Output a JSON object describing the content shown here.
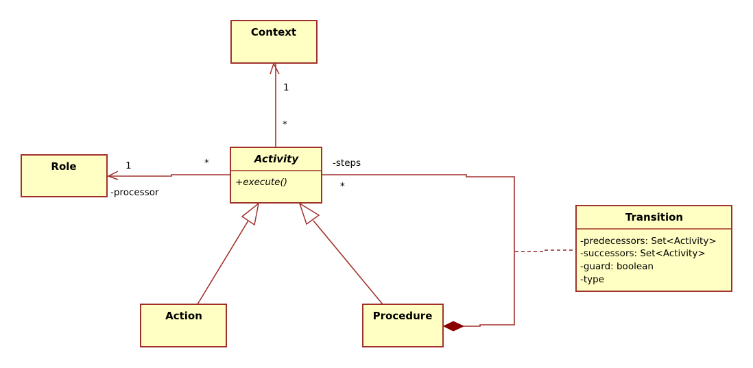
{
  "diagram": {
    "type": "uml-class-diagram",
    "classes": {
      "context": {
        "name": "Context",
        "attributes": [],
        "operations": []
      },
      "role": {
        "name": "Role",
        "attributes": [],
        "operations": []
      },
      "activity": {
        "name": "Activity",
        "abstract": true,
        "attributes": [],
        "operations": [
          "+execute()"
        ]
      },
      "action": {
        "name": "Action",
        "attributes": [],
        "operations": []
      },
      "procedure": {
        "name": "Procedure",
        "attributes": [],
        "operations": []
      },
      "transition": {
        "name": "Transition",
        "attributes": [
          "-predecessors: Set<Activity>",
          "-successors: Set<Activity>",
          "-guard: boolean",
          "-type"
        ],
        "operations": []
      }
    },
    "relationships": {
      "activity_context": {
        "kind": "association",
        "from": "Activity",
        "to": "Context",
        "source_multiplicity": "*",
        "target_multiplicity": "1",
        "navigable": "to-target"
      },
      "activity_role": {
        "kind": "association",
        "from": "Activity",
        "to": "Role",
        "source_multiplicity": "*",
        "target_multiplicity": "1",
        "target_role": "-processor",
        "navigable": "to-target"
      },
      "action_activity": {
        "kind": "generalization",
        "from": "Action",
        "to": "Activity"
      },
      "procedure_activity": {
        "kind": "generalization",
        "from": "Procedure",
        "to": "Activity"
      },
      "procedure_steps": {
        "kind": "composition",
        "from": "Procedure",
        "to": "Activity",
        "target_role": "-steps",
        "target_multiplicity": "*"
      },
      "steps_transition": {
        "kind": "association-class",
        "association": "procedure_steps",
        "class": "Transition"
      }
    },
    "colors": {
      "class_fill": "#ffffc4",
      "class_border": "#a0302c",
      "line": "#a0302c",
      "composition_diamond": "#8b0000"
    }
  }
}
